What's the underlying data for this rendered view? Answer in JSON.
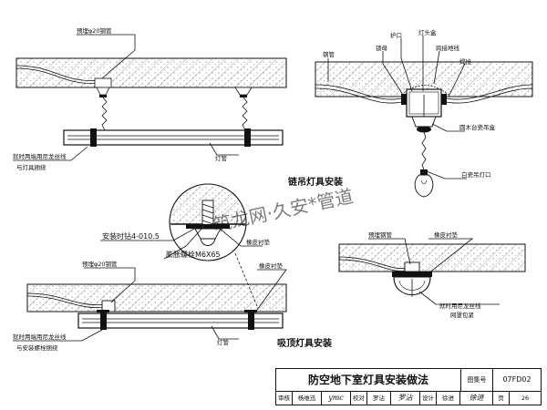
{
  "labels": {
    "pipe_top_left": "预埋φ20钢管",
    "nylon_tie_top": "就时两端用尼龙丝线",
    "nylon_tie_top_2": "与灯具捆绕",
    "lamp_tube_top": "灯管",
    "guard_ring": "护口",
    "lamp_box": "灯头盒",
    "lock_nut": "锁母",
    "jumper_ground": "跨接地线",
    "steel_pipe": "钢管",
    "weld": "焊接",
    "round_wood_canopy": "圆木台瓷吊盒",
    "porcelain_socket": "白瓷吊灯口",
    "chain_title": "链吊灯具安装",
    "mount_standard": "安装时钻4-010.5",
    "expansion_bolt": "膨胀螺栓M6X65",
    "rubber_pad_detail": "橡皮衬垫",
    "pipe_bottom_left": "预埋φ20钢管",
    "rubber_pad_bottom": "橡皮衬垫",
    "nylon_tie_bottom": "就时两端用尼龙丝线",
    "nylon_tie_bottom_2": "与安装螺栓捆绕",
    "lamp_tube_bottom": "灯管",
    "ceiling_title": "吸顶灯具安装",
    "pre_steel_pipe": "预埋钢管",
    "rubber_pad_right": "橡皮衬垫",
    "nylon_right": "就时用尼龙丝线",
    "nylon_right_2": "网罩包紧",
    "watermark": "筑龙网·久安*管道"
  },
  "title_block": {
    "title": "防空地下室灯具安装做法",
    "atlas_label": "图集号",
    "atlas_no": "07FD02",
    "review_label": "审核",
    "reviewer": "杨维迅",
    "reviewer_sig": "ymc",
    "check_label": "校对",
    "checker": "罗沾",
    "checker_sig": "罗沾",
    "design_label": "设计",
    "designer": "徐进",
    "designer_sig": "徐进",
    "page_label": "页",
    "page_no": "26"
  }
}
